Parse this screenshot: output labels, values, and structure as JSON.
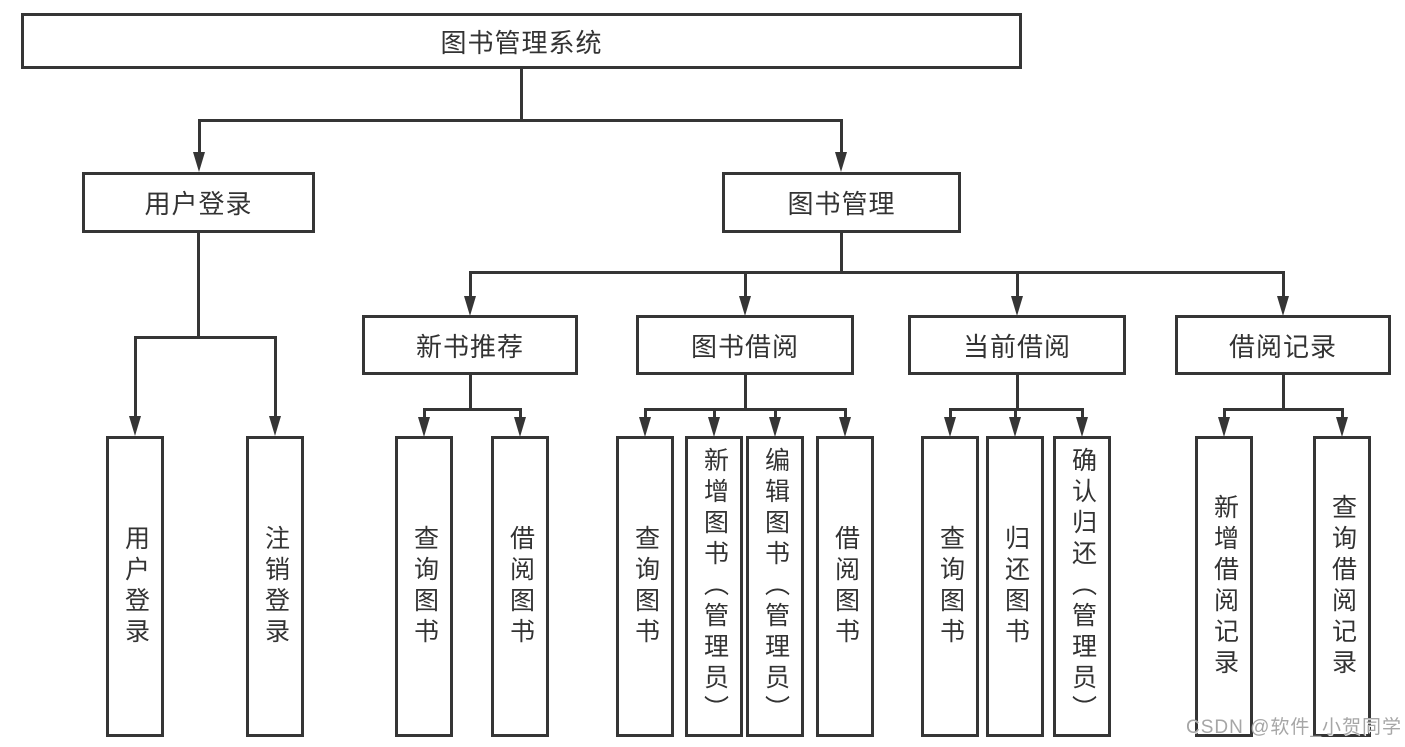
{
  "diagram": {
    "root": {
      "label": "图书管理系统"
    },
    "level2": [
      {
        "label": "用户登录"
      },
      {
        "label": "图书管理"
      }
    ],
    "level3": [
      {
        "label": "新书推荐"
      },
      {
        "label": "图书借阅"
      },
      {
        "label": "当前借阅"
      },
      {
        "label": "借阅记录"
      }
    ],
    "leaves": {
      "user_login": "用户登录",
      "logout": "注销登录",
      "recommend_query_books": "查询图书",
      "recommend_borrow_books": "借阅图书",
      "borrow_query_books": "查询图书",
      "borrow_add_books": "新增图书（管理员）",
      "borrow_edit_books": "编辑图书（管理员）",
      "borrow_borrow_books": "借阅图书",
      "current_query_books": "查询图书",
      "current_return_books": "归还图书",
      "current_confirm_return": "确认归还（管理员）",
      "records_add_record": "新增借阅记录",
      "records_query_record": "查询借阅记录"
    }
  },
  "watermark": {
    "text": "CSDN @软件_小贺同学"
  },
  "colors": {
    "line": "#353535",
    "text": "#333333",
    "watermark_text": "#a6a6a6",
    "background": "#ffffff"
  }
}
